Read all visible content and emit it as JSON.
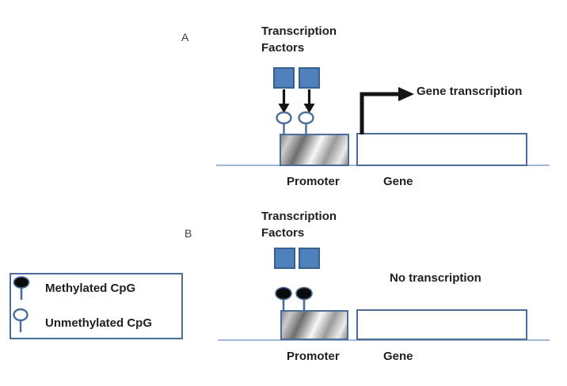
{
  "colors": {
    "ink": "#1f1f1f",
    "square_fill": "#4f81bd",
    "square_border": "#36608e",
    "box_border": "#4a6d9b",
    "baseline": "#a3b8d4"
  },
  "panel_a": {
    "label": "A",
    "tf_label": "Transcription Factors",
    "transcription_label": "Gene transcription",
    "promoter_label": "Promoter",
    "gene_label": "Gene"
  },
  "panel_b": {
    "label": "B",
    "tf_label": "Transcription Factors",
    "status_label": "No transcription",
    "promoter_label": "Promoter",
    "gene_label": "Gene"
  },
  "legend": {
    "methylated_label": "Methylated CpG",
    "unmethylated_label": "Unmethylated CpG"
  }
}
